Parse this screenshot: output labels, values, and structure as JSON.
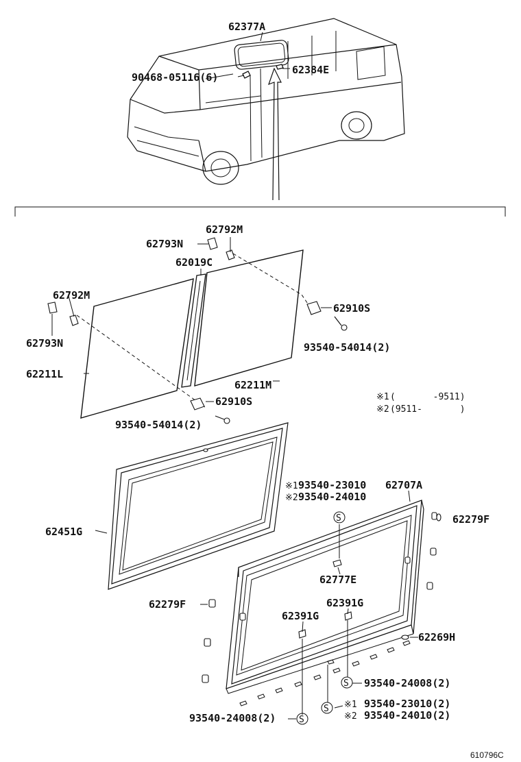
{
  "labels": {
    "p62377A": "62377A",
    "p90468": "90468-05116(6)",
    "p62384E": "62384E",
    "p62792M_top": "62792M",
    "p62793N_top": "62793N",
    "p62019C": "62019C",
    "p62792M_left": "62792M",
    "p62910S_right": "62910S",
    "p93540_54014_right": "93540-54014(2)",
    "p62793N_left": "62793N",
    "p62211L": "62211L",
    "p62211M": "62211M",
    "p62910S_left": "62910S",
    "p93540_54014_left": "93540-54014(2)",
    "p62451G": "62451G",
    "p93540_23010_top": "93540-23010",
    "p93540_24010_top": "93540-24010",
    "p62707A": "62707A",
    "p62279F_right": "62279F",
    "p62777E": "62777E",
    "p62279F_left": "62279F",
    "p62391G_right": "62391G",
    "p62391G_left": "62391G",
    "p62269H": "62269H",
    "p93540_24008_right": "93540-24008(2)",
    "p93540_23010_bottom": "93540-23010(2)",
    "p93540_24010_bottom": "93540-24010(2)",
    "p93540_24008_left": "93540-24008(2)"
  },
  "marks": {
    "note1": "※1",
    "note2": "※2",
    "s_symbol": "S"
  },
  "legend": {
    "line1_mark": "※1",
    "line1_range": "(       -9511)",
    "line2_mark": "※2",
    "line2_range": "(9511-       )"
  },
  "figure_id": "610796C"
}
